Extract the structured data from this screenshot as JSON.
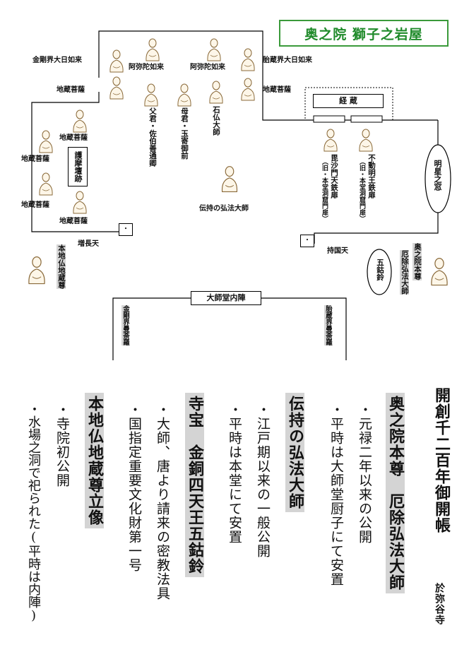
{
  "title": "奥之院 獅子之岩屋",
  "map": {
    "kongokai_dainichi": "金剛界大日如来",
    "amida_1": "阿弥陀如来",
    "amida_2": "阿弥陀如来",
    "taizokai_dainichi": "胎蔵界大日如来",
    "jizo_left_top": "地蔵菩薩",
    "jizo_right_top": "地蔵菩薩",
    "chichigimi": "父君・佐伯善通卿",
    "hahagimi": "母君・玉寄御前",
    "ishibotoke": "石仏大師",
    "kyozo": "経 蔵",
    "bishamon": "毘沙門天鉄扉",
    "bishamon_note": "（旧・本堂洞窟門扉）",
    "fudo": "不動明王鉄扉",
    "fudo_note": "（旧・本堂洞窟門扉）",
    "myojo": "明星之窓",
    "jizo_inner": "地蔵菩薩",
    "goma": "護摩壇跡",
    "jizo_l1": "地蔵菩薩",
    "jizo_l2": "地蔵菩薩",
    "jizo_bottom": "地蔵菩薩",
    "denji": "伝持の弘法大師",
    "zochoten": "増長天",
    "jikokuten": "持国天",
    "honji": "本地仏地蔵尊",
    "gokorei": "五鈷鈴",
    "okunoin": "奥之院本尊",
    "yakuyoke": "厄除弘法大師",
    "daishido": "大師堂内陣",
    "kongokai_mandara": "金剛界曼荼羅",
    "taizokai_mandara": "胎蔵界曼荼羅",
    "dot_1": "・",
    "dot_2": "・"
  },
  "text_columns": [
    {
      "text": "開創千二百年御開帳",
      "style": "big"
    },
    {
      "text": "於弥谷寺",
      "style": "small"
    },
    {
      "text": "奥之院本尊　厄除弘法大師",
      "style": "hl"
    },
    {
      "text": "・元禄二年以来の公開",
      "style": "plain"
    },
    {
      "text": "・平時は大師堂厨子にて安置",
      "style": "plain"
    },
    {
      "text": "伝持の弘法大師",
      "style": "hl"
    },
    {
      "text": "・江戸期以来の一般公開",
      "style": "plain"
    },
    {
      "text": "・平時は本堂にて安置",
      "style": "plain"
    },
    {
      "text": "寺宝　金銅四天王五鈷鈴",
      "style": "hl"
    },
    {
      "text": "・大師、唐より請来の密教法具",
      "style": "plain"
    },
    {
      "text": "・国指定重要文化財第一号",
      "style": "plain"
    },
    {
      "text": "本地仏地蔵尊立像",
      "style": "hl"
    },
    {
      "text": "・寺院初公開",
      "style": "plain"
    },
    {
      "text": "・水場之洞で祀られた(平時は内陣)",
      "style": "plain"
    }
  ]
}
